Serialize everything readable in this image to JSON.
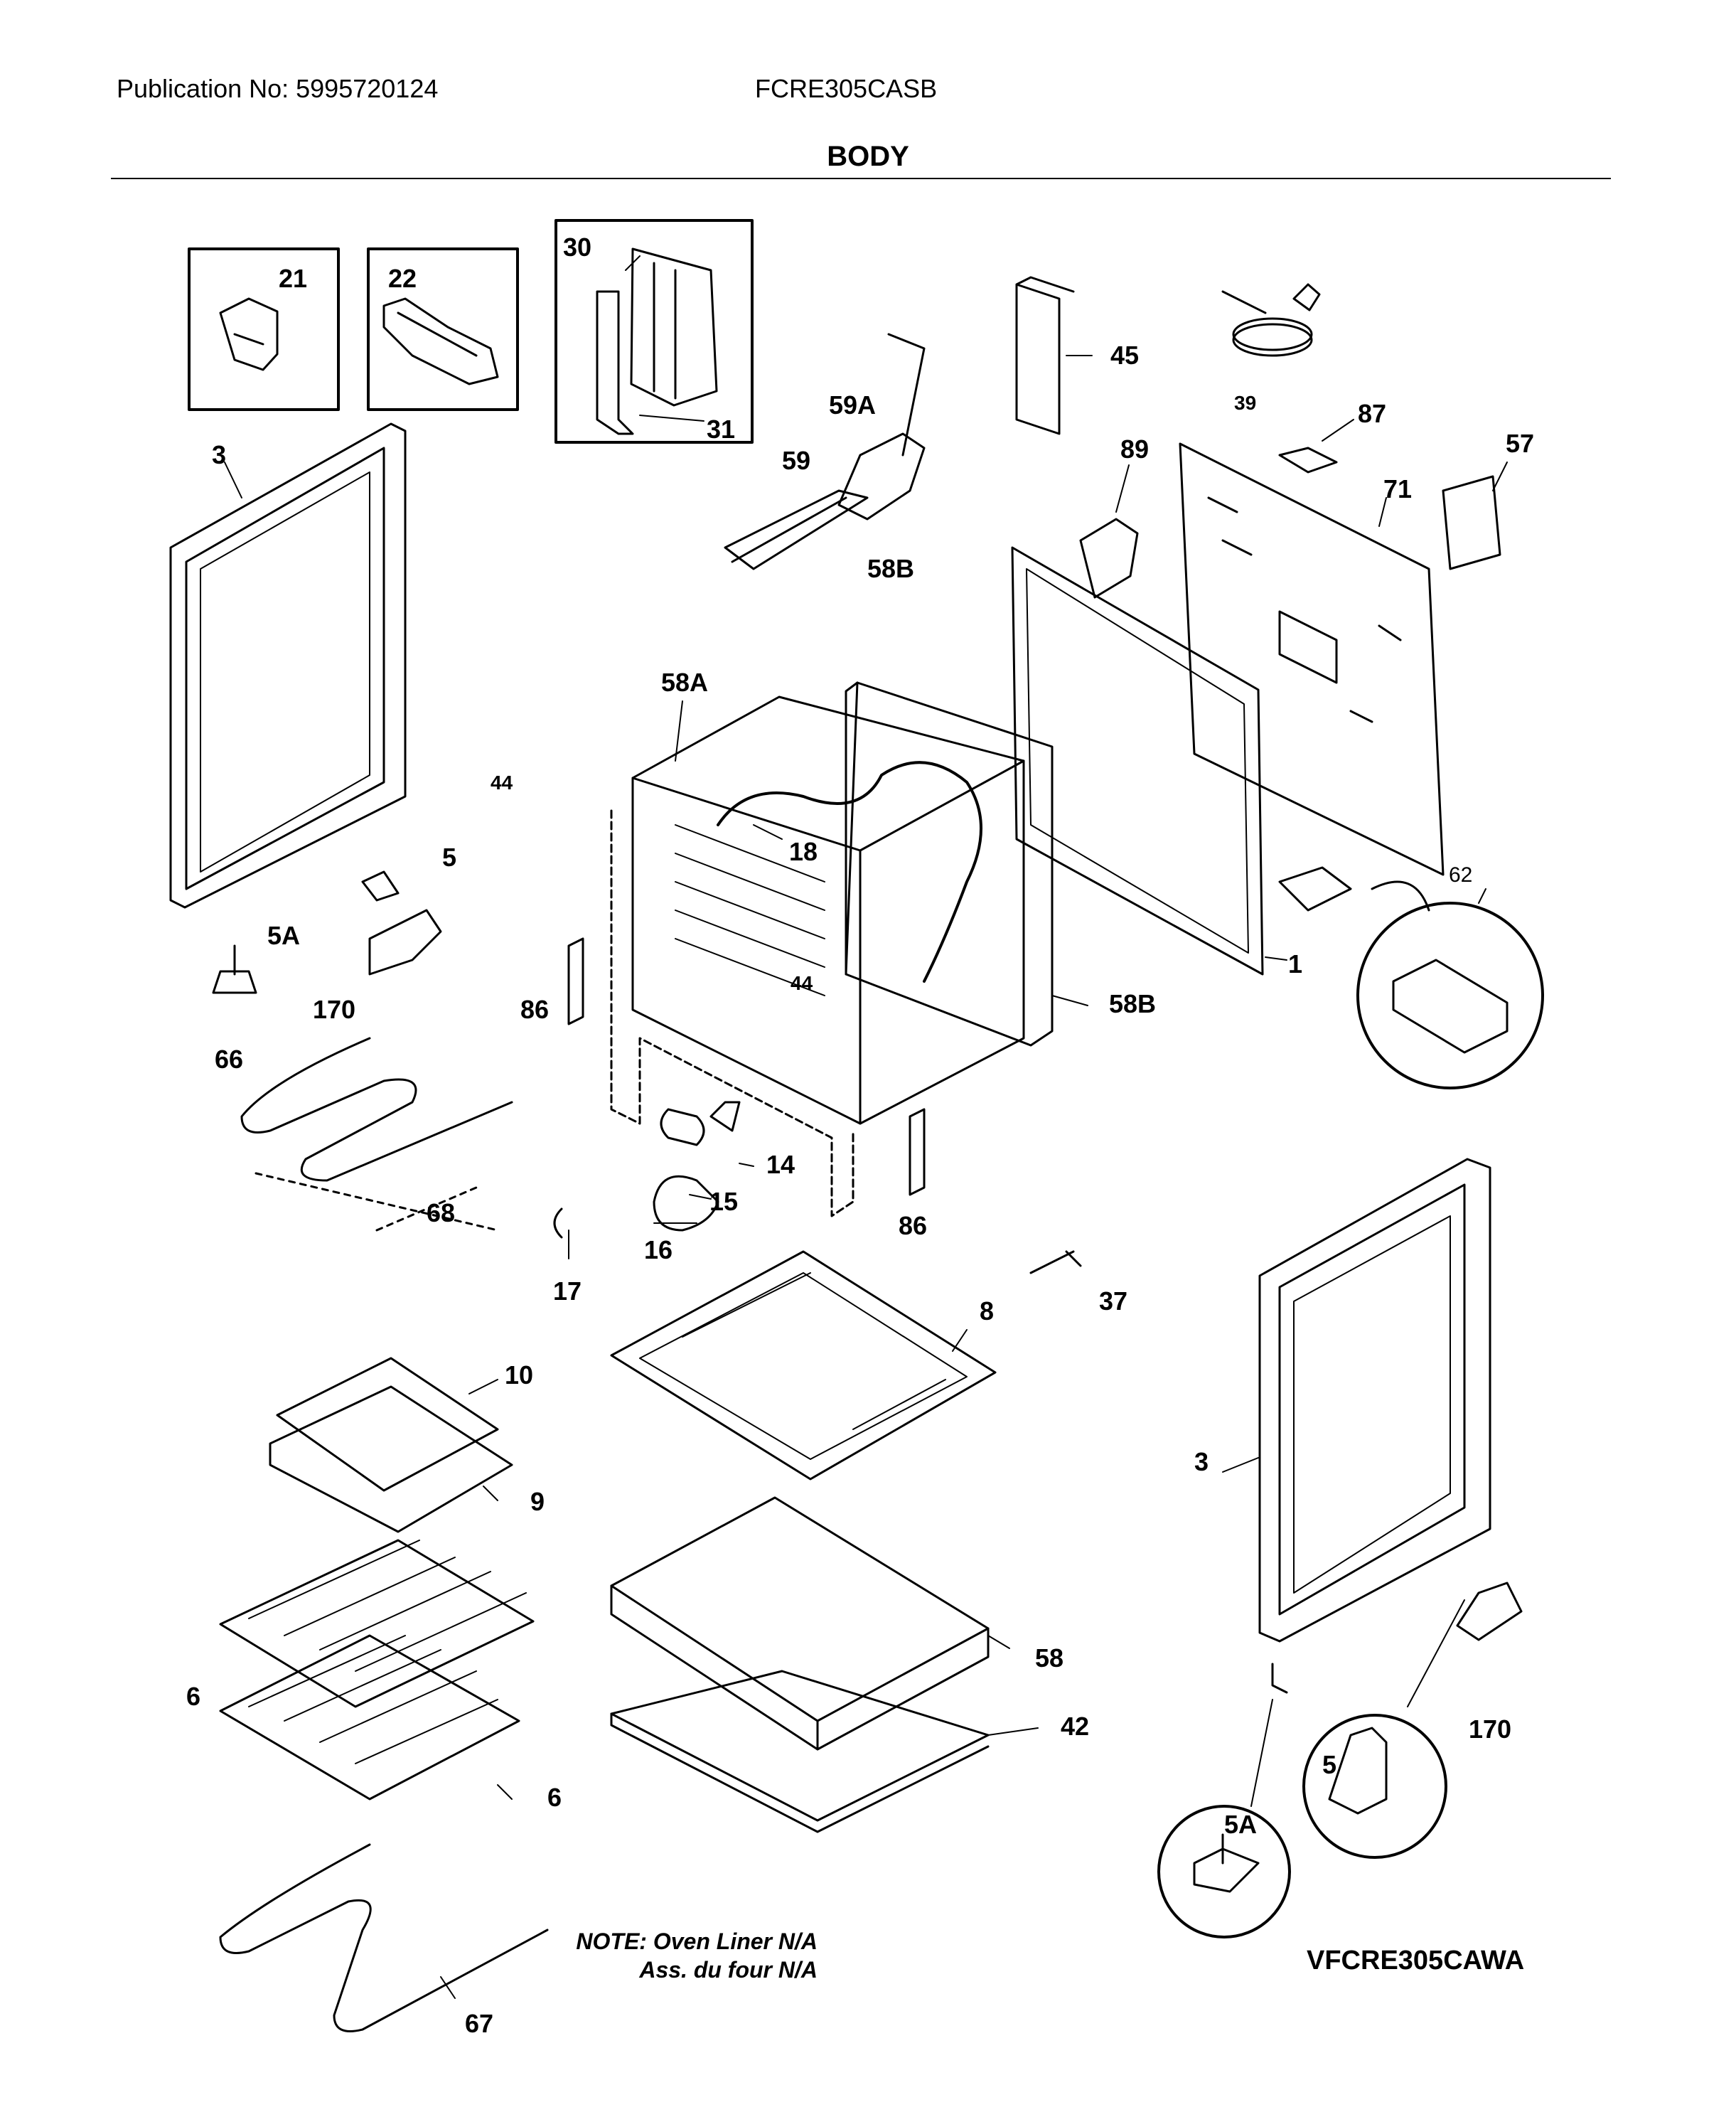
{
  "header": {
    "publication": "Publication No: 5995720124",
    "model": "FCRE305CASB",
    "section_title": "BODY"
  },
  "parts": {
    "p21": "21",
    "p22": "22",
    "p30": "30",
    "p31": "31",
    "p3_left": "3",
    "p3_right": "3",
    "p59a": "59A",
    "p59": "59",
    "p58b_top": "58B",
    "p58b_side": "58B",
    "p45": "45",
    "p39": "39",
    "p87": "87",
    "p57": "57",
    "p89": "89",
    "p71": "71",
    "p58a": "58A",
    "p44_a": "44",
    "p44_b": "44",
    "p18": "18",
    "p5_left": "5",
    "p5a_left": "5A",
    "p170_left": "170",
    "p86_left": "86",
    "p86_right": "86",
    "p1": "1",
    "p62": "62",
    "p66": "66",
    "p68": "68",
    "p14": "14",
    "p15": "15",
    "p16": "16",
    "p17": "17",
    "p37": "37",
    "p8": "8",
    "p10": "10",
    "p9": "9",
    "p6_top": "6",
    "p6_bottom": "6",
    "p58": "58",
    "p42": "42",
    "p67": "67",
    "p5_right": "5",
    "p5a_right": "5A",
    "p170_right": "170"
  },
  "note": {
    "line1": "NOTE: Oven Liner N/A",
    "line2": "Ass. du four N/A"
  },
  "diagram_code": "VFCRE305CAWA"
}
